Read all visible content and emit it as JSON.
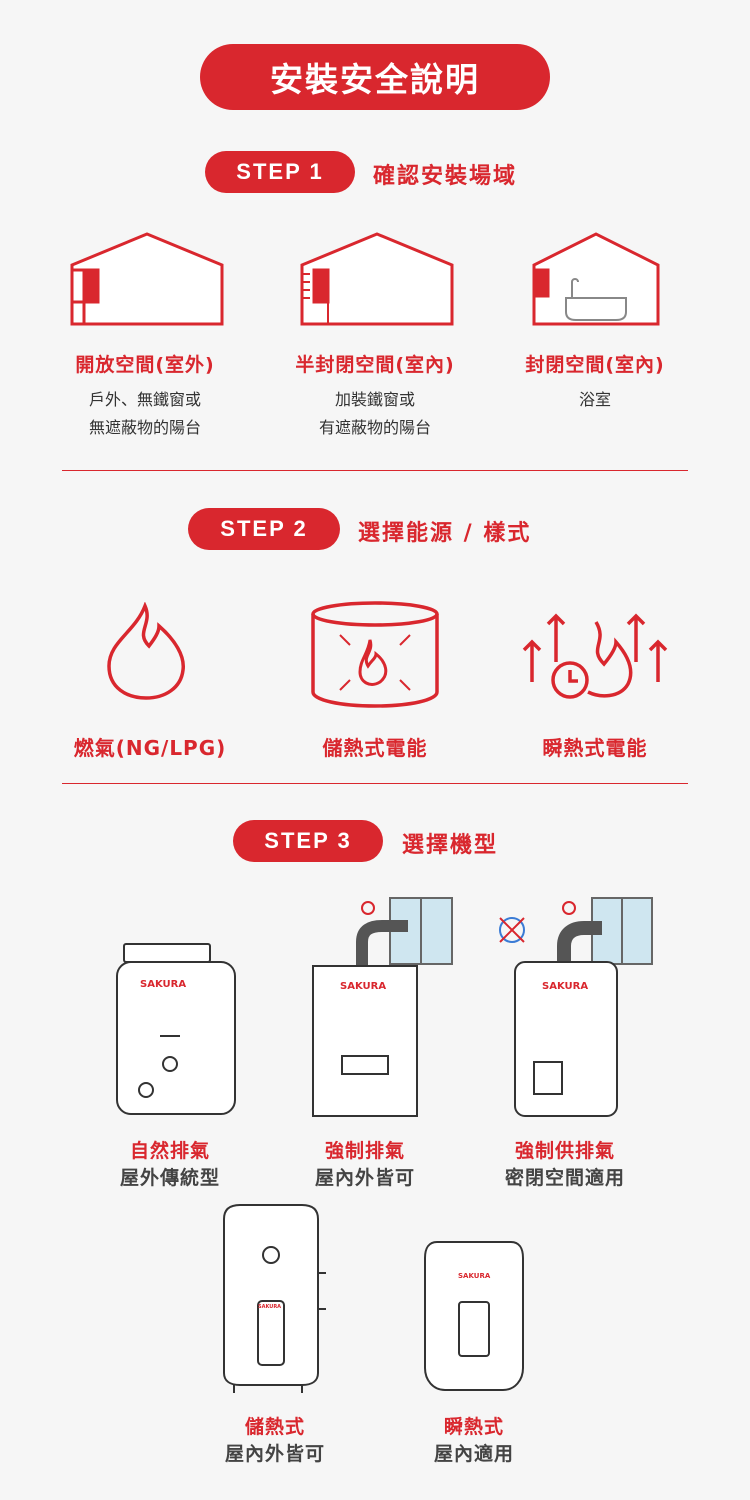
{
  "title": "安裝安全說明",
  "colors": {
    "accent": "#d9272e",
    "background": "#f6f6f6"
  },
  "step1": {
    "badge": "STEP 1",
    "heading": "確認安裝場域",
    "items": [
      {
        "label": "開放空間(室外)",
        "desc1": "戶外、無鐵窗或",
        "desc2": "無遮蔽物的陽台",
        "icon": "house-open-icon"
      },
      {
        "label": "半封閉空間(室內)",
        "desc1": "加裝鐵窗或",
        "desc2": "有遮蔽物的陽台",
        "icon": "house-semi-closed-icon"
      },
      {
        "label": "封閉空間(室內)",
        "desc1": "浴室",
        "desc2": "",
        "icon": "house-bathroom-icon"
      }
    ]
  },
  "step2": {
    "badge": "STEP 2",
    "heading": "選擇能源 / 樣式",
    "items": [
      {
        "label": "燃氣(NG/LPG)",
        "icon": "flame-icon"
      },
      {
        "label": "儲熱式電能",
        "icon": "storage-tank-icon"
      },
      {
        "label": "瞬熱式電能",
        "icon": "instant-heat-icon"
      }
    ]
  },
  "step3": {
    "badge": "STEP 3",
    "heading": "選擇機型",
    "brand": "SAKURA",
    "items": [
      {
        "title": "自然排氣",
        "sub": "屋外傳統型"
      },
      {
        "title": "強制排氣",
        "sub": "屋內外皆可"
      },
      {
        "title": "強制供排氣",
        "sub": "密閉空間適用"
      },
      {
        "title": "儲熱式",
        "sub": "屋內外皆可"
      },
      {
        "title": "瞬熱式",
        "sub": "屋內適用"
      }
    ]
  }
}
